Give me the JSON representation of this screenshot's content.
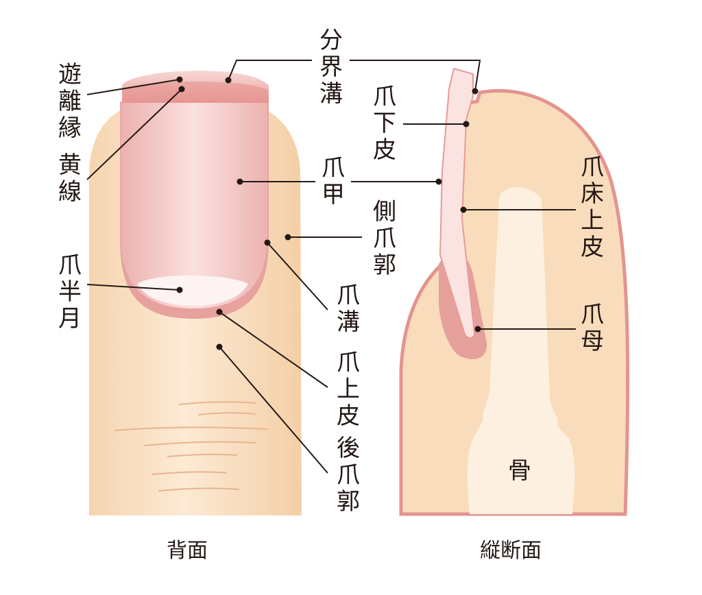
{
  "labels": {
    "yuuri_en": "遊\n離\n縁",
    "ou_sen": "黄\n線",
    "tsume_hangetsu": "爪\n半\n月",
    "bunkai_kou": "分\n界\n溝",
    "sou_hika": "爪\n下\n皮",
    "sou_kou_plate": "爪\n甲",
    "soku_sou_kaku": "側\n爪\n郭",
    "sou_kou_groove": "爪\n溝",
    "sou_jouhi": "爪\n上\n皮",
    "kou_sou_kaku": "後\n爪\n郭",
    "sou_shou_jouhi": "爪\n床\n上\n皮",
    "sou_bo": "爪\n母",
    "hone": "骨"
  },
  "captions": {
    "dorsal_view": "背面",
    "longitudinal_section": "縦断面"
  },
  "colors": {
    "skin": "#f8dcbc",
    "skin_light": "#fcebd6",
    "nail_plate": "#f4c6c4",
    "nail_edge": "#e39a97",
    "lunula": "#fdf1f1",
    "bone": "#fdeedd",
    "line": "#231815"
  }
}
